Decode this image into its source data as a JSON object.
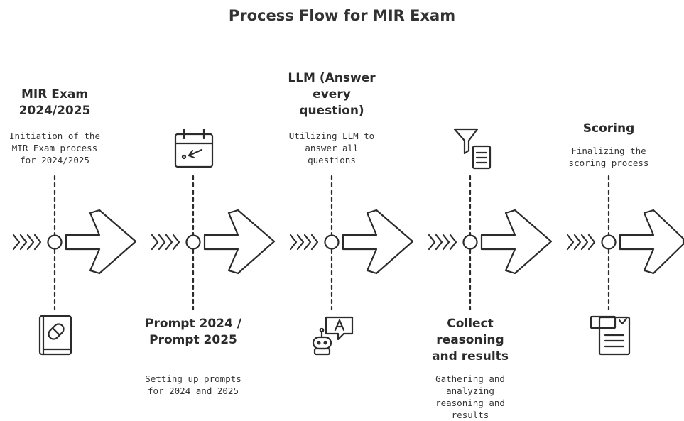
{
  "title": "Process Flow for MIR Exam",
  "steps": [
    {
      "label": "MIR Exam 2024/2025",
      "description": "Initiation of the MIR Exam process for 2024/2025",
      "icon": "medical-book-icon",
      "text_position": "top"
    },
    {
      "label": "Prompt 2024 / Prompt 2025",
      "description": "Setting up prompts for 2024 and 2025",
      "icon": "calendar-icon",
      "text_position": "bottom"
    },
    {
      "label": "LLM (Answer every question)",
      "description": "Utilizing LLM to answer all questions",
      "icon": "robot-answer-icon",
      "text_position": "top"
    },
    {
      "label": "Collect reasoning and results",
      "description": "Gathering and analyzing reasoning and results",
      "icon": "filter-document-icon",
      "text_position": "bottom"
    },
    {
      "label": "Scoring",
      "description": "Finalizing the scoring process",
      "icon": "checklist-document-icon",
      "text_position": "top"
    }
  ]
}
